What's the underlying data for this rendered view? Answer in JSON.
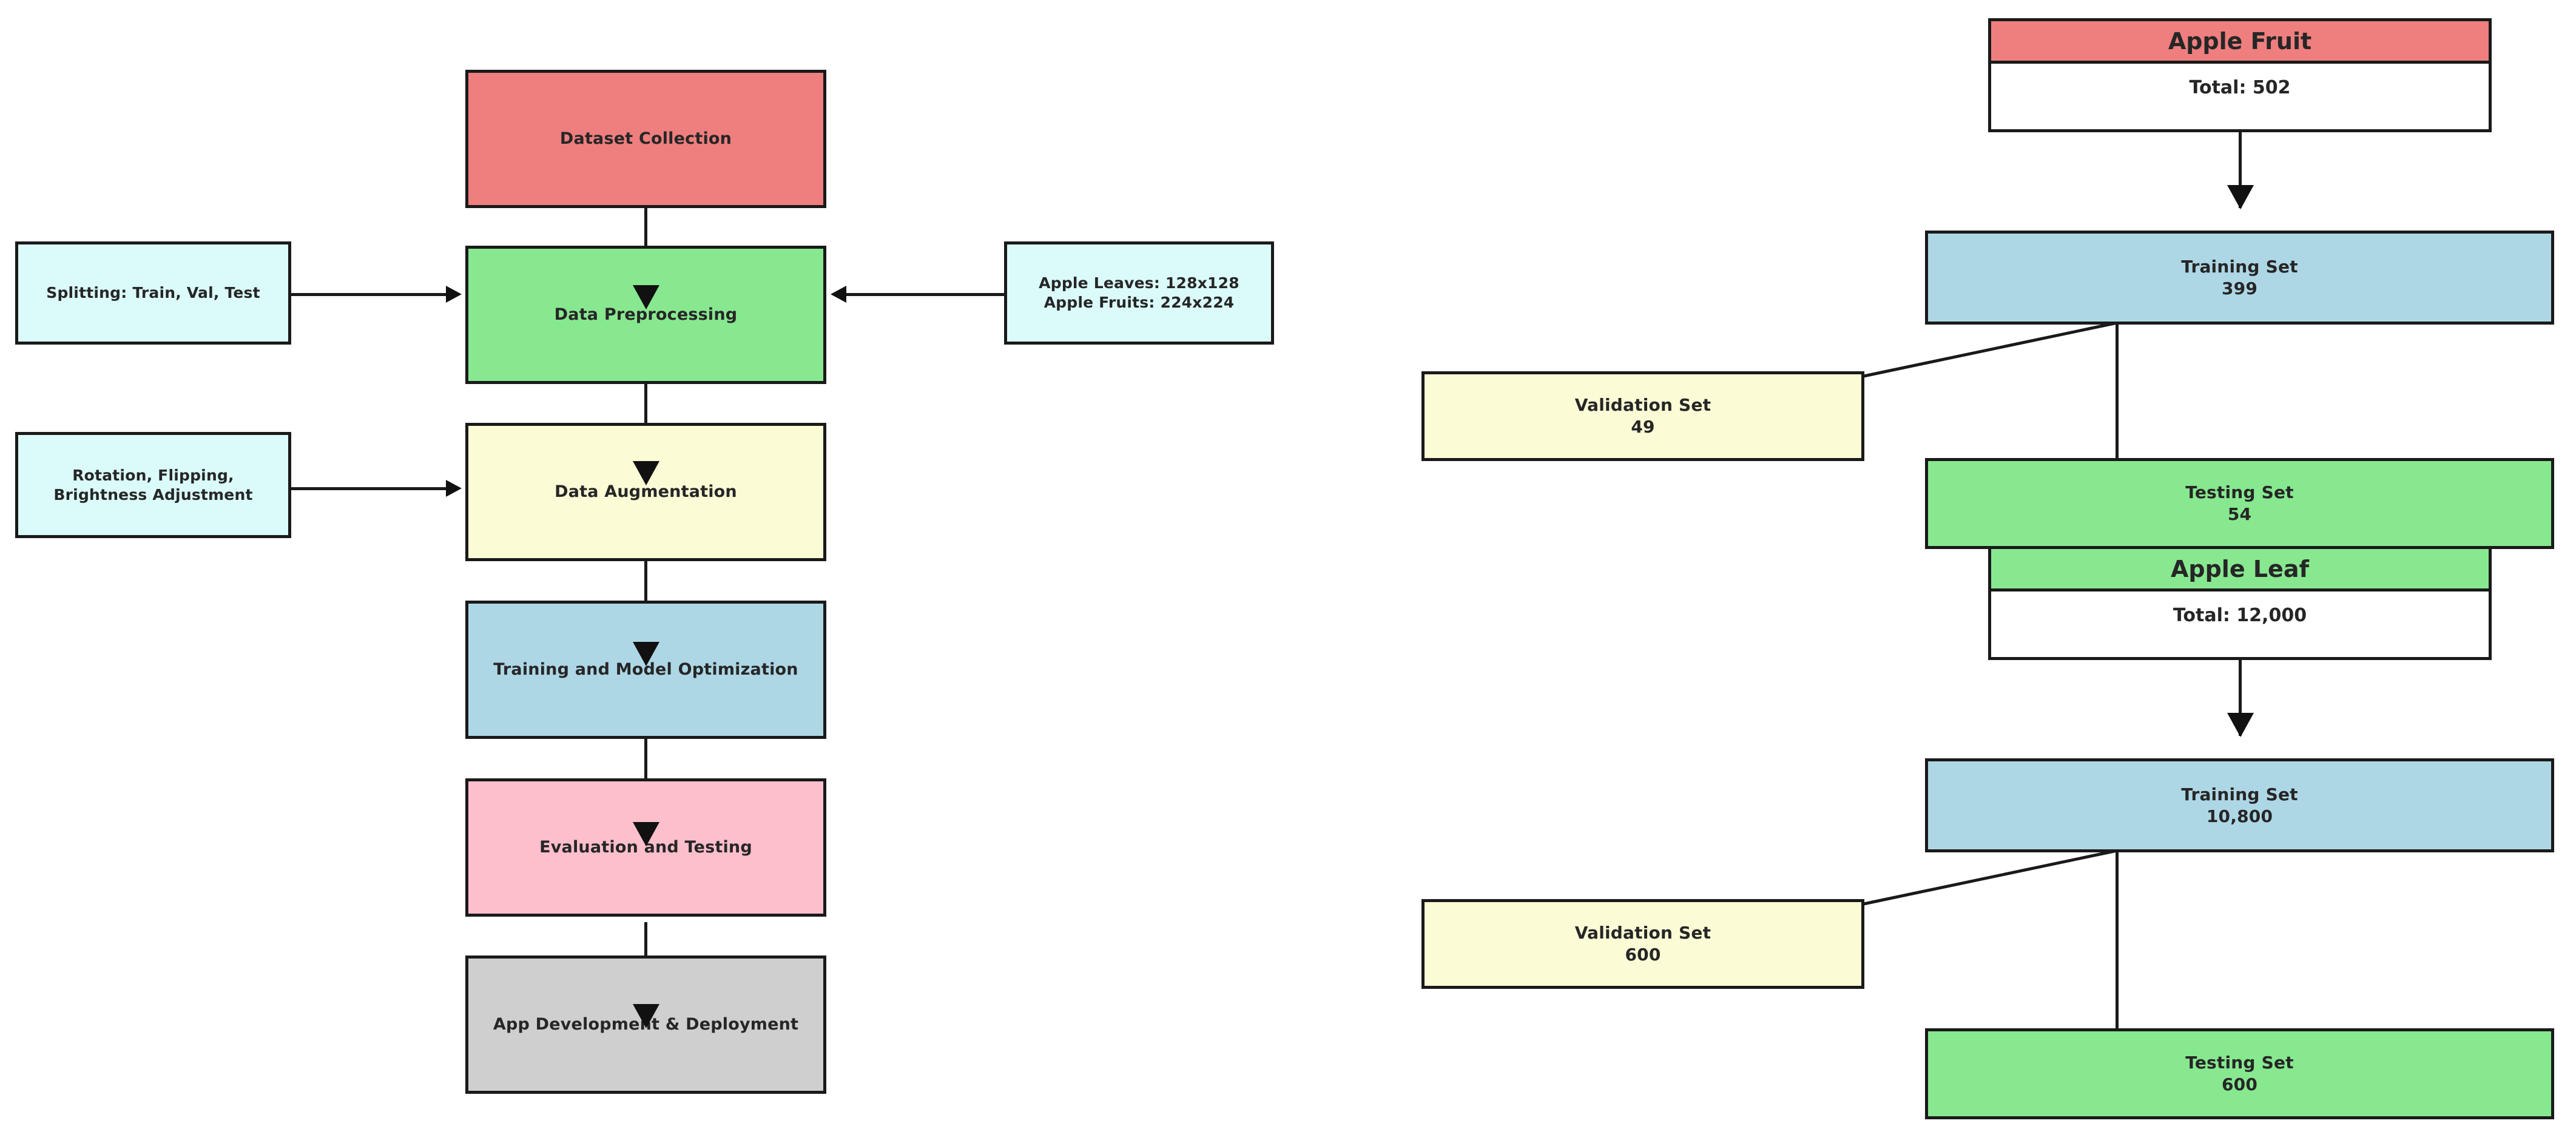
{
  "colors": {
    "red": "#ef7e7e",
    "green": "#87e890",
    "cream": "#fbfbd6",
    "blue": "#aed7e6",
    "pink": "#febfcc",
    "gray": "#cfcfcf",
    "cyan": "#dbfbfb",
    "white": "#ffffff",
    "stroke": "#1a1a1a",
    "text": "#262626"
  },
  "pipeline": {
    "stages": [
      {
        "id": "dataset-collection",
        "label": "Dataset Collection",
        "color": "#ef7e7e"
      },
      {
        "id": "data-preprocessing",
        "label": "Data Preprocessing",
        "color": "#87e890"
      },
      {
        "id": "data-augmentation",
        "label": "Data Augmentation",
        "color": "#fbfbd6"
      },
      {
        "id": "training-model-opt",
        "label": "Training and Model Optimization",
        "color": "#aed7e6"
      },
      {
        "id": "evaluation-testing",
        "label": "Evaluation and Testing",
        "color": "#febfcc"
      },
      {
        "id": "app-deployment",
        "label": "App Development & Deployment",
        "color": "#cfcfcf"
      }
    ],
    "notes": [
      {
        "id": "splitting-note",
        "line1": "Splitting: Train, Val, Test",
        "line2": "",
        "color": "#dbfbfb"
      },
      {
        "id": "augmentation-note",
        "line1": "Rotation, Flipping,",
        "line2": "Brightness Adjustment",
        "color": "#dbfbfb"
      },
      {
        "id": "image-size-note",
        "line1": "Apple Leaves: 128x128",
        "line2": "Apple Fruits: 224x224",
        "color": "#dbfbfb"
      }
    ]
  },
  "datasets": [
    {
      "id": "apple-fruit",
      "title": "Apple Fruit",
      "total_label": "Total: 502",
      "total": 502,
      "header_color": "#ef7e7e",
      "splits": [
        {
          "id": "fruit-train",
          "name": "Training Set",
          "count": "399",
          "color": "#aed7e6"
        },
        {
          "id": "fruit-validation",
          "name": "Validation Set",
          "count": "49",
          "color": "#fbfbd6"
        },
        {
          "id": "fruit-test",
          "name": "Testing Set",
          "count": "54",
          "color": "#87e890"
        }
      ]
    },
    {
      "id": "apple-leaf",
      "title": "Apple Leaf",
      "total_label": "Total: 12,000",
      "total": 12000,
      "header_color": "#87e890",
      "splits": [
        {
          "id": "leaf-train",
          "name": "Training Set",
          "count": "10,800",
          "color": "#aed7e6"
        },
        {
          "id": "leaf-validation",
          "name": "Validation Set",
          "count": "600",
          "color": "#fbfbd6"
        },
        {
          "id": "leaf-test",
          "name": "Testing Set",
          "count": "600",
          "color": "#87e890"
        }
      ]
    }
  ]
}
